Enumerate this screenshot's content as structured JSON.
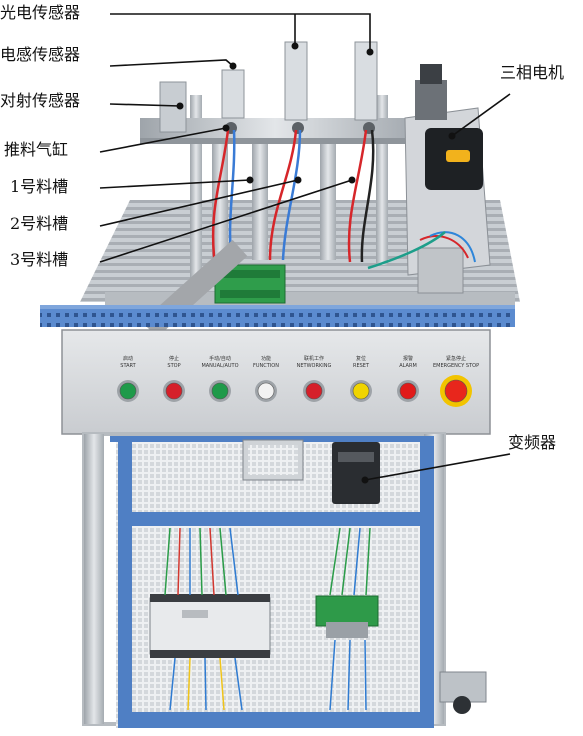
{
  "callouts": {
    "photo_sensor": "光电传感器",
    "inductive_sensor": "电感传感器",
    "through_beam_sensor": "对射传感器",
    "push_cylinder": "推料气缸",
    "slot_1": "1号料槽",
    "slot_2": "2号料槽",
    "slot_3": "3号料槽",
    "three_phase_motor": "三相电机",
    "inverter": "变频器"
  },
  "panel_buttons": [
    {
      "cn": "启动",
      "en": "START",
      "color": "#1f9a4a"
    },
    {
      "cn": "停止",
      "en": "STOP",
      "color": "#d5202a"
    },
    {
      "cn": "手动/自动",
      "en": "MANUAL/AUTO",
      "color": "#1f9a4a"
    },
    {
      "cn": "功能",
      "en": "FUNCTION",
      "color": "#f2f2f2"
    },
    {
      "cn": "联机工作",
      "en": "NETWORKING",
      "color": "#d5202a"
    },
    {
      "cn": "复位",
      "en": "RESET",
      "color": "#f0d400"
    },
    {
      "cn": "报警",
      "en": "ALARM",
      "color": "#e01a1a"
    },
    {
      "cn": "紧急停止",
      "en": "EMERGENCY STOP",
      "color": "#e8261c"
    }
  ],
  "colors": {
    "frame_blue": "#4f7fc4",
    "panel_gray": "#d9dbde",
    "aluminum": "#b9bec4",
    "motor_badge": "#f2b21c"
  }
}
